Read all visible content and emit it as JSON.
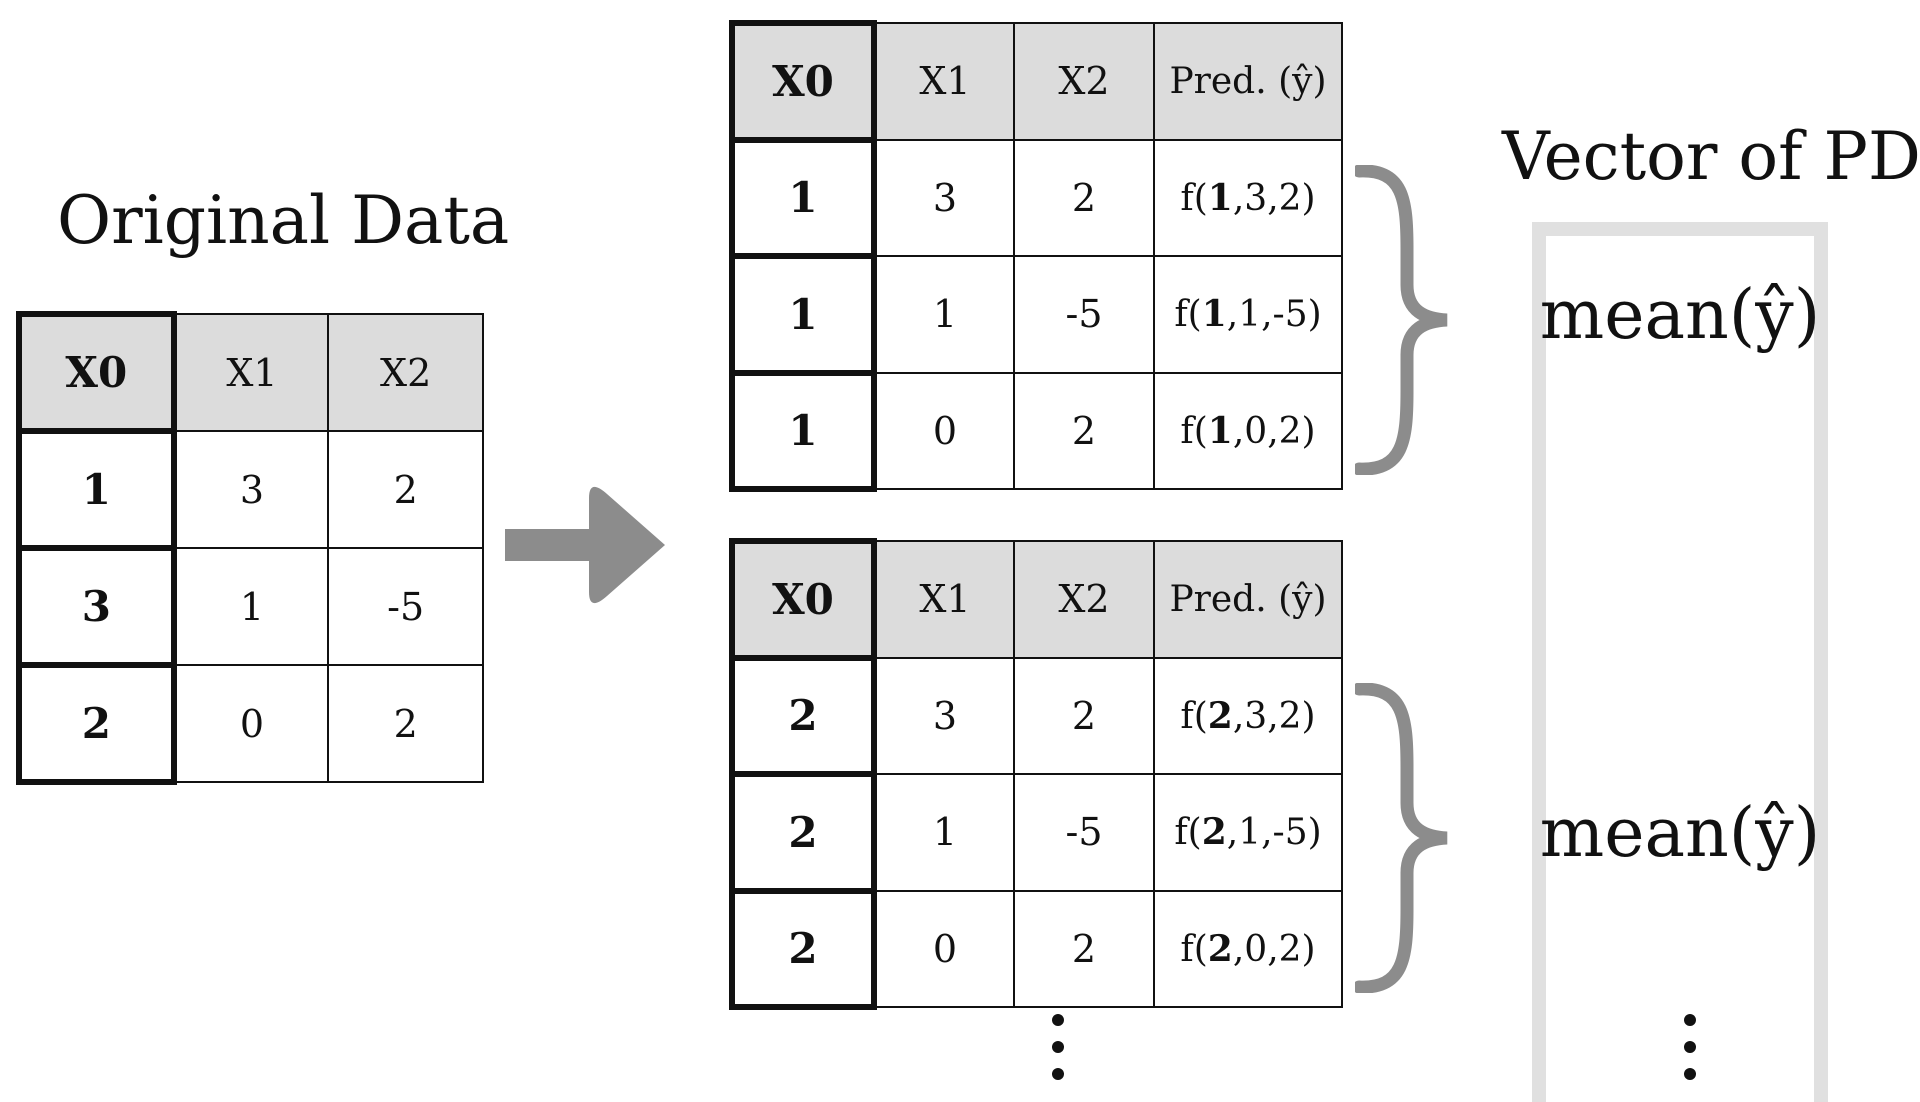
{
  "original": {
    "title": "Original Data",
    "headers": [
      "X0",
      "X1",
      "X2"
    ],
    "rows": [
      [
        "1",
        "3",
        "2"
      ],
      [
        "3",
        "1",
        "-5"
      ],
      [
        "2",
        "0",
        "2"
      ]
    ]
  },
  "grids": [
    {
      "headers": [
        "X0",
        "X1",
        "X2",
        "Pred. (ŷ)"
      ],
      "rows": [
        {
          "x0": "1",
          "x1": "3",
          "x2": "2",
          "pred": {
            "pre": "f(",
            "bold": "1",
            "post": ",3,2)"
          }
        },
        {
          "x0": "1",
          "x1": "1",
          "x2": "-5",
          "pred": {
            "pre": "f(",
            "bold": "1",
            "post": ",1,-5)"
          }
        },
        {
          "x0": "1",
          "x1": "0",
          "x2": "2",
          "pred": {
            "pre": "f(",
            "bold": "1",
            "post": ",0,2)"
          }
        }
      ]
    },
    {
      "headers": [
        "X0",
        "X1",
        "X2",
        "Pred. (ŷ)"
      ],
      "rows": [
        {
          "x0": "2",
          "x1": "3",
          "x2": "2",
          "pred": {
            "pre": "f(",
            "bold": "2",
            "post": ",3,2)"
          }
        },
        {
          "x0": "2",
          "x1": "1",
          "x2": "-5",
          "pred": {
            "pre": "f(",
            "bold": "2",
            "post": ",1,-5)"
          }
        },
        {
          "x0": "2",
          "x1": "0",
          "x2": "2",
          "pred": {
            "pre": "f(",
            "bold": "2",
            "post": ",0,2)"
          }
        }
      ]
    }
  ],
  "pd_vector": {
    "title": "Vector of PD",
    "entries": [
      "mean(ŷ)",
      "mean(ŷ)"
    ]
  },
  "colors": {
    "header_fill": "#dcdcdc",
    "arrow": "#8c8c8c",
    "brace": "#8c8c8c",
    "pd_box": "#e0e0e0"
  }
}
